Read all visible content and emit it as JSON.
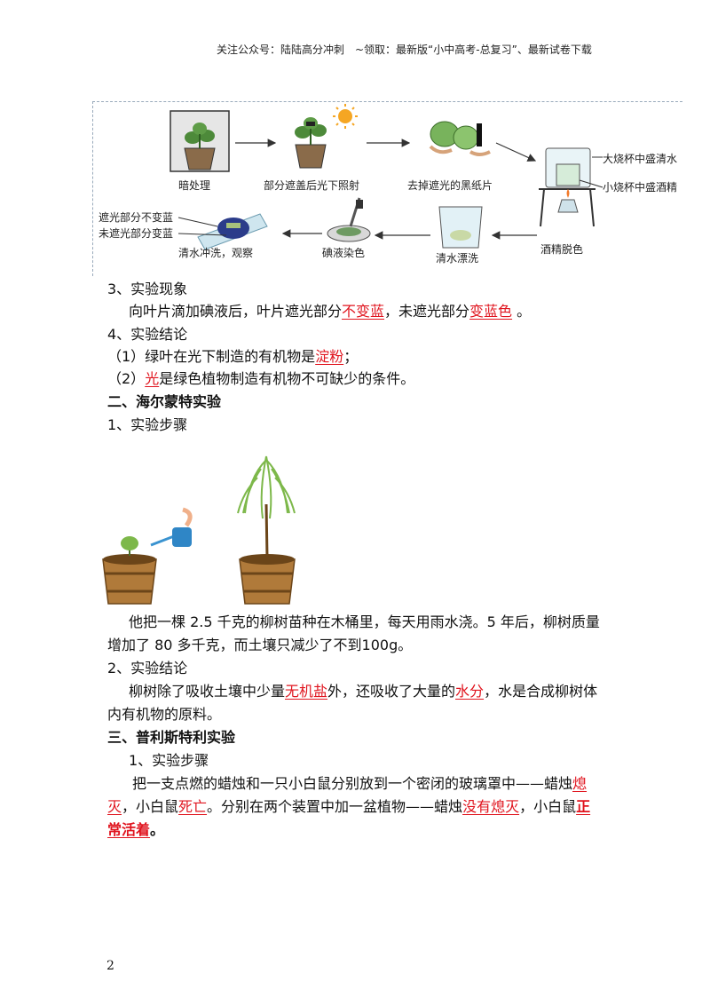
{
  "header": {
    "text": "关注公众号：陆陆高分冲刺　~领取：最新版“小中高考-总复习”、最新试卷下载"
  },
  "figure1": {
    "captions": {
      "dark": "暗处理",
      "cover": "部分遮盖后光下照射",
      "remove": "去掉遮光的黑纸片",
      "big_beaker": "大烧杯中盛清水",
      "small_beaker": "小烧杯中盛酒精",
      "alcohol": "酒精脱色",
      "rinse_water": "清水漂洗",
      "iodine": "碘液染色",
      "wash_observe": "清水冲洗，观察",
      "covered_part": "遮光部分不变蓝",
      "uncovered_part": "未遮光部分变蓝"
    }
  },
  "section1": {
    "phenomenon_title": "3、实验现象",
    "phenomenon_a": "向叶片滴加碘液后，叶片遮光部分",
    "phenomenon_b": "不变蓝",
    "phenomenon_c": "，未遮光部分",
    "phenomenon_d": "变蓝色",
    "phenomenon_e": "。",
    "conclusion_title": "4、实验结论",
    "c1_a": "（1）绿叶在光下制造的有机物是",
    "c1_b": "淀粉",
    "c1_c": "；",
    "c2_a": "（2）",
    "c2_b": "光",
    "c2_c": "是绿色植物制造有机物不可缺少的条件。"
  },
  "section2": {
    "title": "二、海尔蒙特实验",
    "steps_title": "1、实验步骤",
    "p1_line1": "他把一棵 2.5 千克的柳树苗种在木桶里，每天用雨水浇。5 年后，柳树质量",
    "p1_line2": "增加了 80 多千克，而土壤只减少了不到100g。",
    "conclusion_title": "2、实验结论",
    "p2_a": "柳树除了吸收土壤中少量",
    "p2_b": "无机盐",
    "p2_c": "外，还吸收了大量的",
    "p2_d": "水分",
    "p2_e": "，水是合成柳树体",
    "p2_line2": "内有机物的原料。"
  },
  "section3": {
    "title": "三、普利斯特利实验",
    "steps_title": "1、实验步骤",
    "l1_a": "把一支点燃的蜡烛和一只小白鼠分别放到一个密闭的玻璃罩中——蜡烛",
    "l1_b": "熄",
    "l2_a": "灭",
    "l2_b": "，小白鼠",
    "l2_c": "死亡",
    "l2_d": "。分别在两个装置中加一盆植物——蜡烛",
    "l2_e": "没有熄灭",
    "l2_f": "，小白鼠",
    "l2_g": "正",
    "l3_a": "常活着",
    "l3_b": "。"
  },
  "page_number": "2"
}
